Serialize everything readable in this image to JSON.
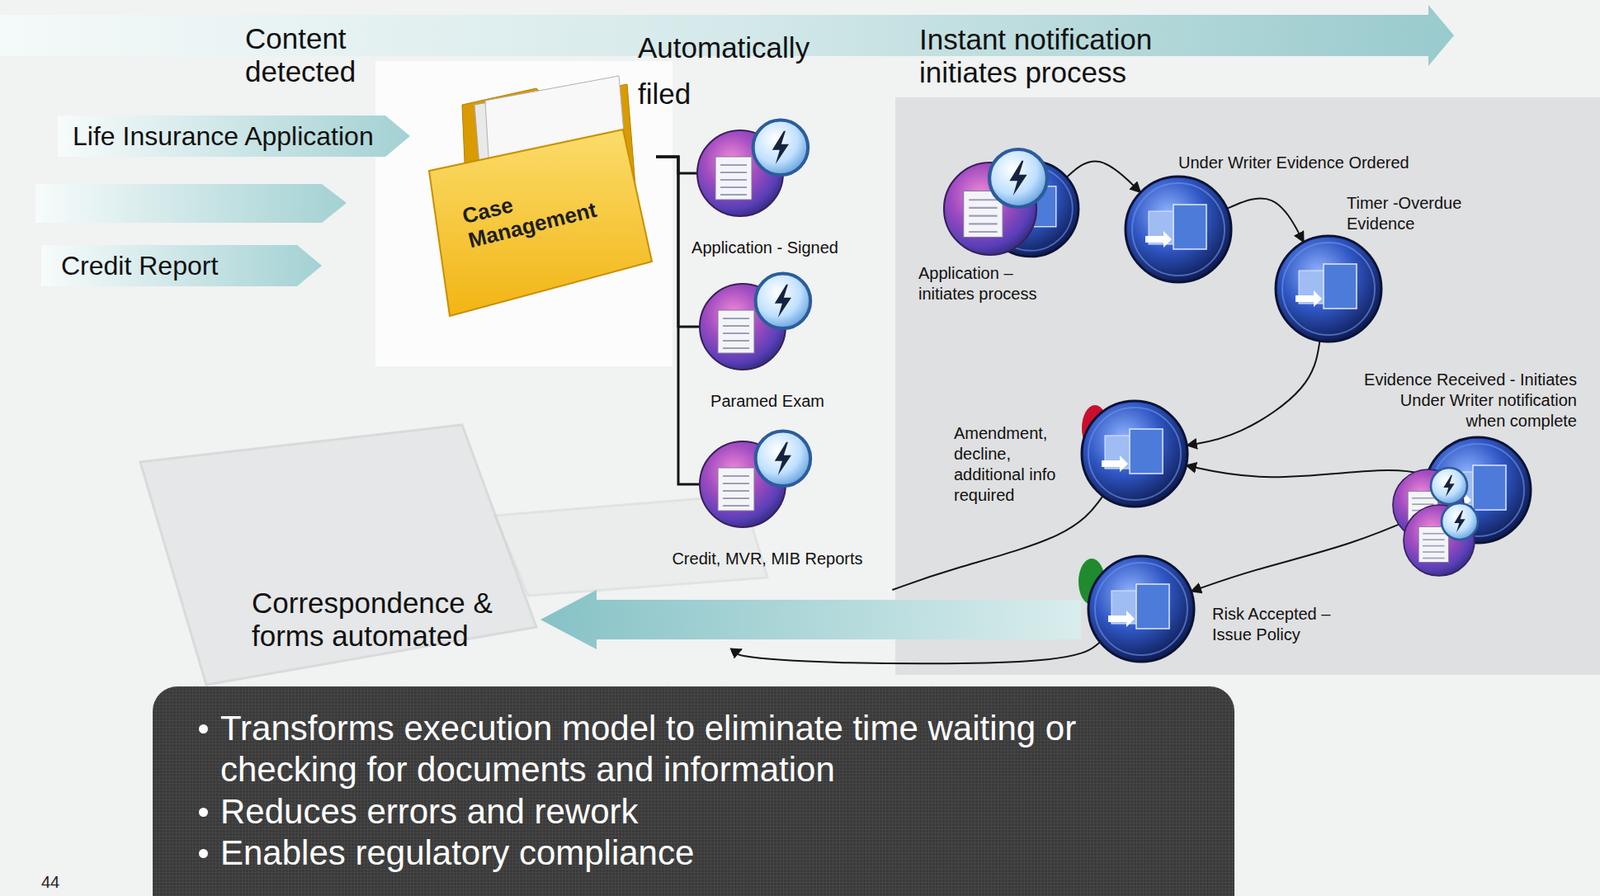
{
  "diagram": {
    "nodes": [
      {
        "text": [
          "Life Insurance Application"
        ]
      },
      {
        "text": [
          "Credit Report"
        ]
      },
      {
        "text": [
          "Case Management"
        ]
      },
      {
        "text": [
          "Application - Signed"
        ]
      },
      {
        "text": [
          "Paramed Exam"
        ]
      },
      {
        "text": [
          "Credit, MVR, MIB Reports"
        ]
      },
      {
        "text": [
          "Application – initiates process"
        ]
      },
      {
        "text": [
          "Under Writer Evidence Ordered"
        ]
      },
      {
        "text": [
          "Timer -Overdue Evidence"
        ]
      },
      {
        "text": [
          "Evidence Received - Initiates Under Writer notification when complete"
        ]
      },
      {
        "text": [
          "Amendment, decline, additional info required"
        ]
      },
      {
        "text": [
          "Risk Accepted – Issue Policy"
        ]
      },
      {
        "text": [
          "Correspondence & forms automated"
        ]
      },
      {
        "text": [
          "Transforms execution model to eliminate time waiting or checking for documents and information",
          "Reduces errors and rework",
          "Enables regulatory compliance"
        ]
      }
    ],
    "edges": [
      {
        "from": 2,
        "to": 3,
        "arrow": "none"
      },
      {
        "from": 2,
        "to": 4,
        "arrow": "none"
      },
      {
        "from": 2,
        "to": 5,
        "arrow": "none"
      },
      {
        "from": 6,
        "to": 7,
        "arrow": "to"
      },
      {
        "from": 7,
        "to": 8,
        "arrow": "to"
      },
      {
        "from": 8,
        "to": 10,
        "arrow": "to"
      },
      {
        "from": 9,
        "to": 10,
        "arrow": "to"
      },
      {
        "from": 9,
        "to": 11,
        "arrow": "to"
      },
      {
        "from": 10,
        "to": 12,
        "arrow": "none"
      },
      {
        "from": 11,
        "to": 12,
        "arrow": "to"
      }
    ],
    "labels": [
      "Content detected",
      "Automatically filed",
      "Instant notification initiates process",
      "44"
    ]
  }
}
